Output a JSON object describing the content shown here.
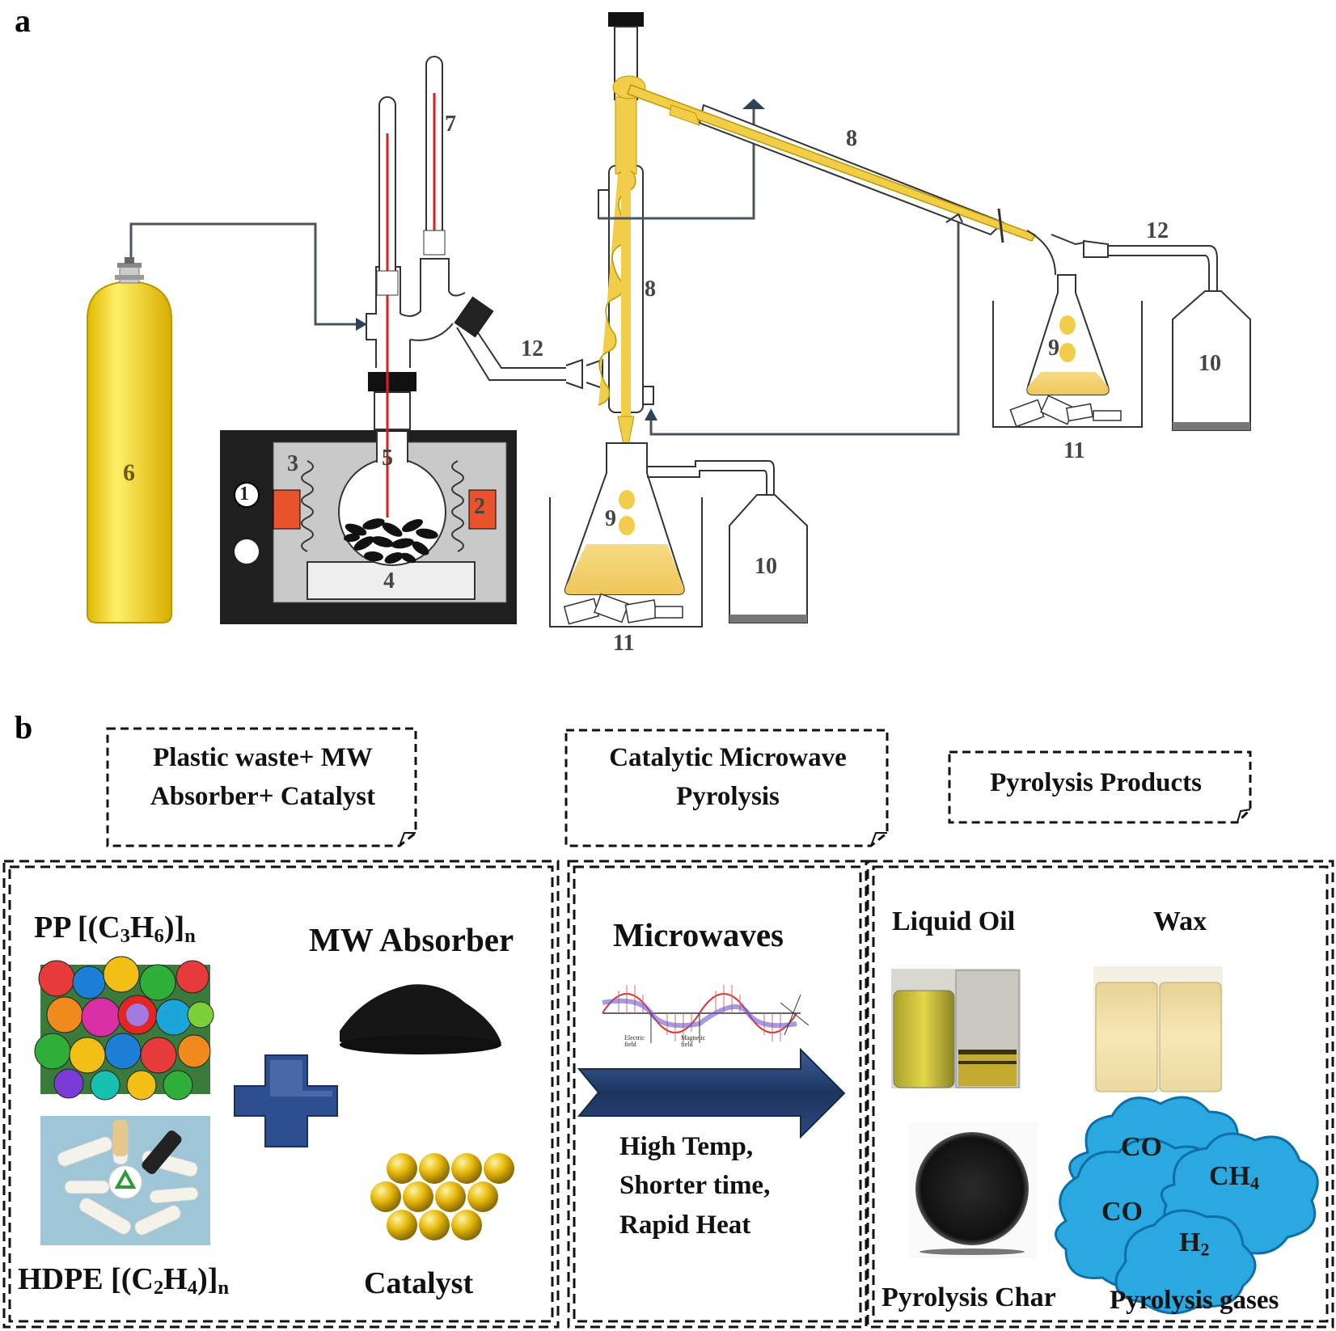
{
  "panel_a": {
    "letter": "a",
    "labels": {
      "n1": "1",
      "n2": "2",
      "n3": "3",
      "n4": "4",
      "n5": "5",
      "n6": "6",
      "n7": "7",
      "n8_column": "8",
      "n8_condenser": "8",
      "n9_left": "9",
      "n9_right": "9",
      "n10_left": "10",
      "n10_right": "10",
      "n11_left": "11",
      "n11_right": "11",
      "n12_left": "12",
      "n12_right": "12"
    }
  },
  "panel_b": {
    "letter": "b",
    "headers": {
      "inputs_line1": "Plastic waste+ MW",
      "inputs_line2": "Absorber+ Catalyst",
      "process_line1": "Catalytic Microwave",
      "process_line2": "Pyrolysis",
      "products": "Pyrolysis Products"
    },
    "inputs": {
      "pp_prefix": "PP [(C",
      "pp_s1": "3",
      "pp_mid": "H",
      "pp_s2": "6",
      "pp_end": ")]",
      "pp_n": "n",
      "hdpe_prefix": "HDPE [(C",
      "hdpe_s1": "2",
      "hdpe_mid": "H",
      "hdpe_s2": "4",
      "hdpe_end": ")]",
      "hdpe_n": "n",
      "absorber": "MW Absorber",
      "catalyst": "Catalyst"
    },
    "process": {
      "microwaves": "Microwaves",
      "field_electric": "Electric field",
      "field_magnetic": "Magnetic field",
      "cond1": "High Temp,",
      "cond2": "Shorter time,",
      "cond3": "Rapid Heat"
    },
    "products": {
      "liquid_oil": "Liquid Oil",
      "wax": "Wax",
      "char": "Pyrolysis Char",
      "gases": "Pyrolysis gases",
      "gas1": "CO",
      "gas2": "CH",
      "gas2_sub": "4",
      "gas3": "CO",
      "gas4": "H",
      "gas4_sub": "2"
    }
  },
  "colors": {
    "cylinder": "#f2d422",
    "oil": "#f4d070",
    "heater": "#e8532c",
    "arrow_blue": "#1f3c6b",
    "cloud_blue": "#29a9e0",
    "plus_blue": "#2d4f8f",
    "catalyst_gold": "#e5b80b"
  }
}
